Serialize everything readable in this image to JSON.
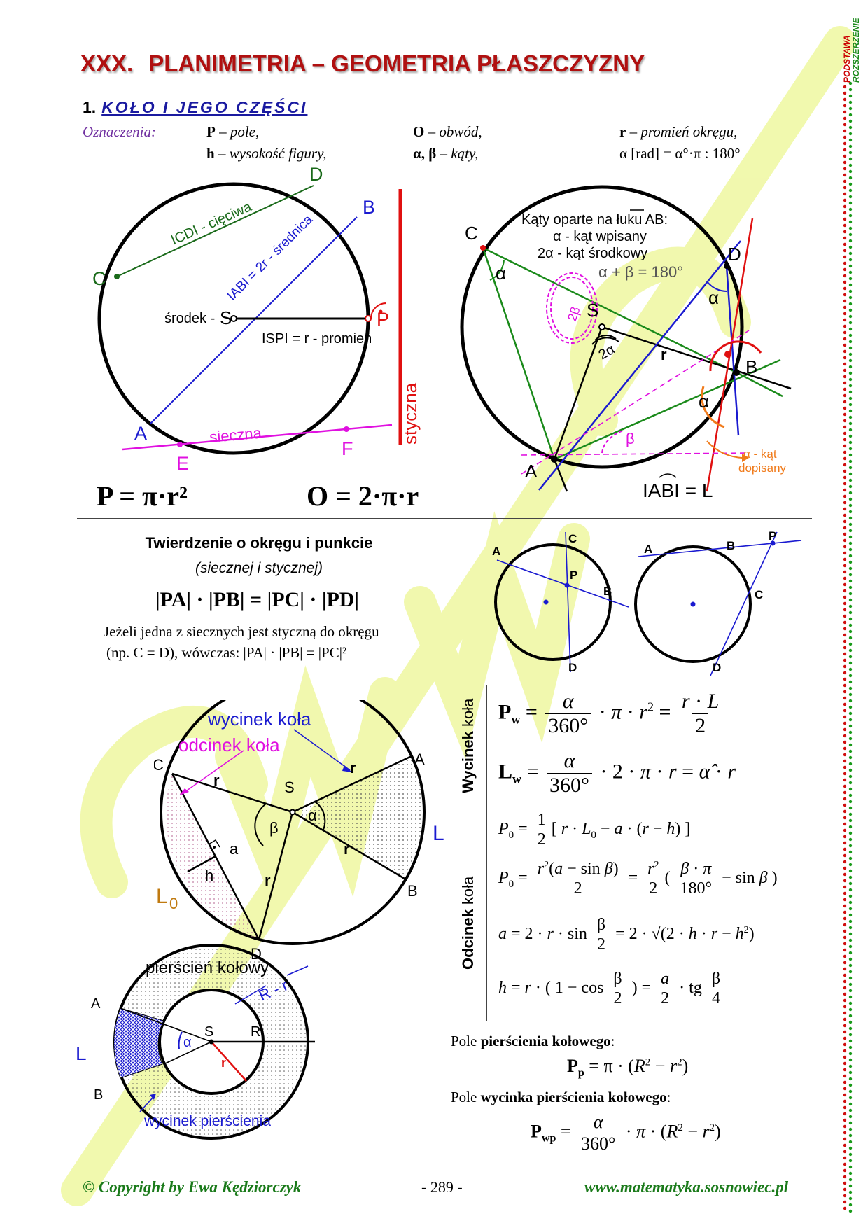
{
  "header": {
    "number": "XXX.",
    "title": "PLANIMETRIA – GEOMETRIA PŁASZCZYZNY"
  },
  "section": {
    "number": "1.",
    "title": "KOŁO I JEGO CZĘŚCI"
  },
  "side_tags": {
    "basic": "PODSTAWA",
    "extended": "ROZSZERZENIE"
  },
  "notation": {
    "label": "Oznaczenia:",
    "p_sym": "P",
    "p_txt": "– pole,",
    "o_sym": "O",
    "o_txt": "– obwód,",
    "r_sym": "r",
    "r_txt": "– promień okręgu,",
    "h_sym": "h",
    "h_txt": "– wysokość figury,",
    "ab_sym": "α, β",
    "ab_txt": "– kąty,",
    "rad_txt": "α [rad] = α°·π : 180°"
  },
  "diagram1": {
    "chord_label": "ICDI  - cięciwa",
    "diameter_label": "IABI = 2r - średnica",
    "center_label": "środek -",
    "center_point": "S",
    "radius_label": "ISPI = r  - promień",
    "tangent_label": "styczna",
    "secant_label": "sieczna",
    "points": [
      "A",
      "B",
      "C",
      "D",
      "E",
      "F",
      "P"
    ]
  },
  "diagram2": {
    "box_line1": "Kąty oparte na łuku AB:",
    "box_line2": "α - kąt wpisany",
    "box_line3": "2α - kąt środkowy",
    "box_line4": "α + β = 180°",
    "arc_length": "IABI = L",
    "dopisany1": "α - kąt",
    "dopisany2": "dopisany",
    "points": [
      "A",
      "B",
      "C",
      "D",
      "S"
    ],
    "r": "r",
    "alpha": "α",
    "two_alpha": "2α",
    "beta": "β",
    "two_beta": "2β"
  },
  "formulas1": {
    "area": "P = π·r²",
    "perimeter": "O = 2·π·r"
  },
  "theorem": {
    "title": "Twierdzenie o okręgu i punkcie",
    "subtitle": "(siecznej i stycznej)",
    "formula": "|PA| · |PB| = |PC| · |PD|",
    "text1": "Jeżeli jedna z siecznych jest styczną do okręgu",
    "text2": "(np. C = D),  wówczas:   |PA| · |PB| = |PC|²",
    "points": [
      "A",
      "B",
      "C",
      "D",
      "P"
    ]
  },
  "diagram3": {
    "sector_label": "wycinek koła",
    "segment_label": "odcinek koła",
    "L": "L",
    "L0": "L",
    "L0_sub": "0",
    "points": [
      "A",
      "B",
      "C",
      "D",
      "S"
    ],
    "a": "a",
    "h": "h",
    "r": "r",
    "alpha": "α",
    "beta": "β"
  },
  "sector_formulas": {
    "label_bold": "Wycinek",
    "label_rest": "koła",
    "pw_left": "P",
    "pw_sub": "w",
    "lw_left": "L",
    "lw_sub": "w"
  },
  "segment_formulas": {
    "label_bold": "Odcinek",
    "label_rest": "koła"
  },
  "diagram4": {
    "title": "pierścień kołowy",
    "R_minus_r": "R - r",
    "sector_label": "wycinek pierścienia",
    "L": "L",
    "points": [
      "A",
      "B",
      "S",
      "R",
      "r"
    ],
    "alpha": "α"
  },
  "ring_formulas": {
    "ring_text_pre": "Pole ",
    "ring_text_bold": "pierścienia kołowego",
    "ring_text_post": ":",
    "sector_text_pre": "Pole ",
    "sector_text_bold": "wycinka pierścienia kołowego",
    "sector_text_post": ":"
  },
  "footer": {
    "copyright": "© Copyright by Ewa Kędziorczyk",
    "page": "- 289 -",
    "website": "www.matematyka.sosnowiec.pl"
  },
  "colors": {
    "title": "#b01010",
    "blue": "#1a1ad0",
    "green": "#1a8a1a",
    "red": "#e01010",
    "magenta": "#e010e0",
    "watermark": "#e4f36a"
  }
}
